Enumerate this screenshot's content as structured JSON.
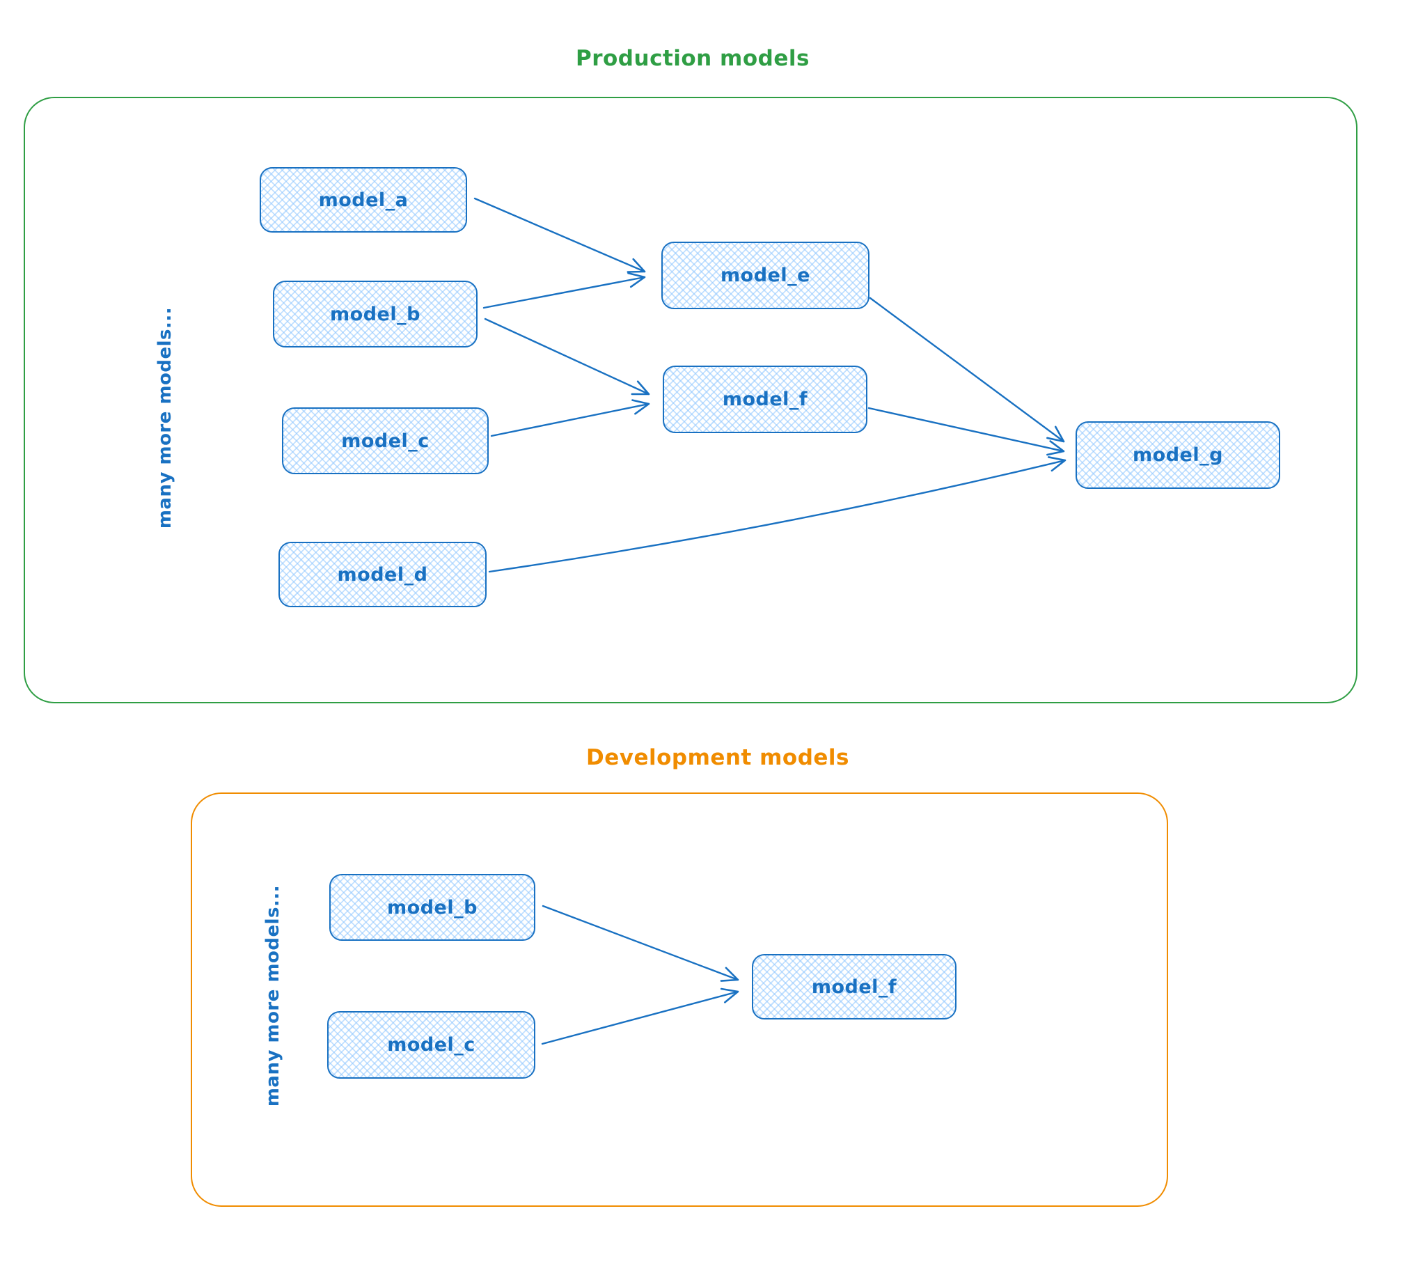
{
  "colors": {
    "node_stroke": "#1971c2",
    "node_fill_hatch": "#a5d8ff",
    "production_accent": "#2f9e44",
    "development_accent": "#f08c00"
  },
  "production": {
    "title": "Production models",
    "side_label": "many more models...",
    "nodes": [
      {
        "id": "model_a",
        "label": "model_a"
      },
      {
        "id": "model_b",
        "label": "model_b"
      },
      {
        "id": "model_c",
        "label": "model_c"
      },
      {
        "id": "model_d",
        "label": "model_d"
      },
      {
        "id": "model_e",
        "label": "model_e"
      },
      {
        "id": "model_f",
        "label": "model_f"
      },
      {
        "id": "model_g",
        "label": "model_g"
      }
    ],
    "edges": [
      {
        "from": "model_a",
        "to": "model_e"
      },
      {
        "from": "model_b",
        "to": "model_e"
      },
      {
        "from": "model_b",
        "to": "model_f"
      },
      {
        "from": "model_c",
        "to": "model_f"
      },
      {
        "from": "model_e",
        "to": "model_g"
      },
      {
        "from": "model_f",
        "to": "model_g"
      },
      {
        "from": "model_d",
        "to": "model_g"
      }
    ]
  },
  "development": {
    "title": "Development models",
    "side_label": "many more models...",
    "nodes": [
      {
        "id": "model_b",
        "label": "model_b"
      },
      {
        "id": "model_c",
        "label": "model_c"
      },
      {
        "id": "model_f",
        "label": "model_f"
      }
    ],
    "edges": [
      {
        "from": "model_b",
        "to": "model_f"
      },
      {
        "from": "model_c",
        "to": "model_f"
      }
    ]
  }
}
